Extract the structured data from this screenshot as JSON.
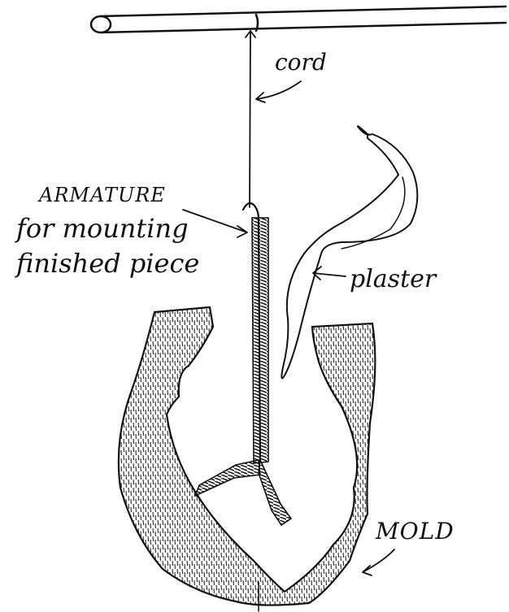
{
  "labels": {
    "cord": "cord",
    "armature_line1": "ARMATURE",
    "armature_line2": "for mounting",
    "armature_line3": "finished piece",
    "plaster": "plaster",
    "mold": "MOLD"
  },
  "colors": {
    "ink": "#111111",
    "paper": "#ffffff"
  }
}
